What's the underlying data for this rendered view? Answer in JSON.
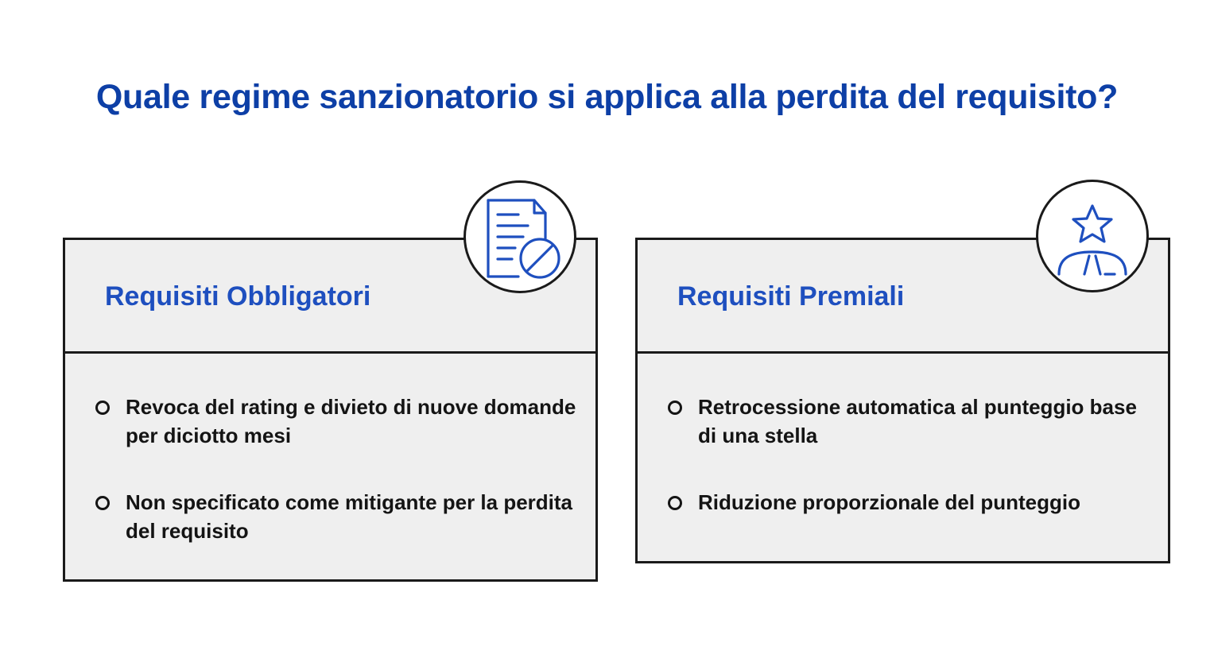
{
  "title": "Quale regime sanzionatorio si applica alla perdita del requisito?",
  "colors": {
    "title": "#0d3fa6",
    "card_title": "#1e4fbf",
    "icon_stroke": "#1e4fbf",
    "card_background": "#efefef",
    "border": "#1a1a1a"
  },
  "cards": [
    {
      "title": "Requisiti Obbligatori",
      "icon": "document-prohibited-icon",
      "items": [
        "Revoca del rating e divieto di nuove domande per diciotto mesi",
        "Non specificato come mitigante per la perdita del requisito"
      ]
    },
    {
      "title": "Requisiti Premiali",
      "icon": "person-star-icon",
      "items": [
        "Retrocessione automatica al punteggio base di una stella",
        "Riduzione proporzionale del punteggio"
      ]
    }
  ]
}
